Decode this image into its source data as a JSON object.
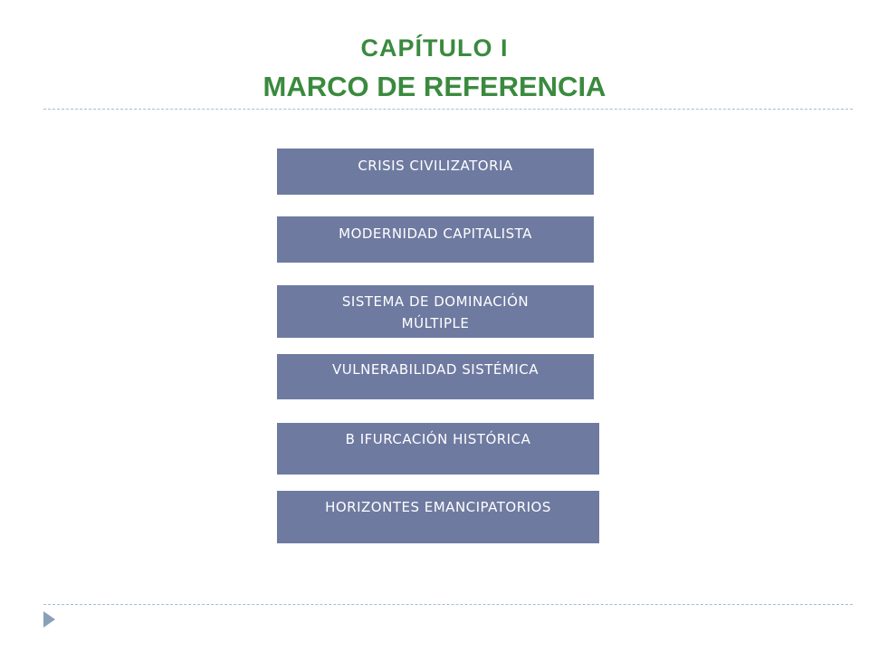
{
  "slide": {
    "title_line1": "CAPÍTULO I",
    "title_line2": "MARCO DE REFERENCIA"
  },
  "boxes": [
    {
      "label": "CRISIS CIVILIZATORIA"
    },
    {
      "label": "MODERNIDAD CAPITALISTA"
    },
    {
      "label": "SISTEMA DE DOMINACIÓN MÚLTIPLE"
    },
    {
      "label": "VULNERABILIDAD SISTÉMICA"
    },
    {
      "label": "B IFURCACIÓN HISTÓRICA"
    },
    {
      "label": "HORIZONTES EMANCIPATORIOS"
    }
  ],
  "colors": {
    "title": "#3a8a3e",
    "box_fill": "#6e7aa0",
    "box_text": "#ffffff",
    "divider": "#a7bccd",
    "bullet": "#8aa0b9"
  },
  "icons": {
    "bullet": "triangle-right-icon"
  }
}
